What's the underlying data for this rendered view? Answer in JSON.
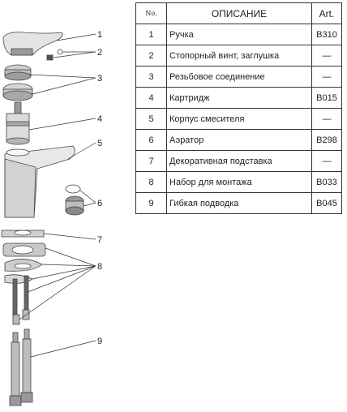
{
  "table": {
    "header": {
      "no": "No.",
      "description": "ОПИСАНИЕ",
      "art": "Art."
    },
    "rows": [
      {
        "no": "1",
        "description": "Ручка",
        "art": "B310"
      },
      {
        "no": "2",
        "description": "Стопорный винт, заглушка",
        "art": "—"
      },
      {
        "no": "3",
        "description": "Резьбовое соединение",
        "art": "—"
      },
      {
        "no": "4",
        "description": "Картридж",
        "art": "B015"
      },
      {
        "no": "5",
        "description": "Корпус смесителя",
        "art": "—"
      },
      {
        "no": "6",
        "description": "Аэратор",
        "art": "B298"
      },
      {
        "no": "7",
        "description": "Декоративная подставка",
        "art": "—"
      },
      {
        "no": "8",
        "description": "Набор для монтажа",
        "art": "B033"
      },
      {
        "no": "9",
        "description": "Гибкая подводка",
        "art": "B045"
      }
    ]
  },
  "callouts": [
    "1",
    "2",
    "3",
    "4",
    "5",
    "6",
    "7",
    "8",
    "9"
  ]
}
